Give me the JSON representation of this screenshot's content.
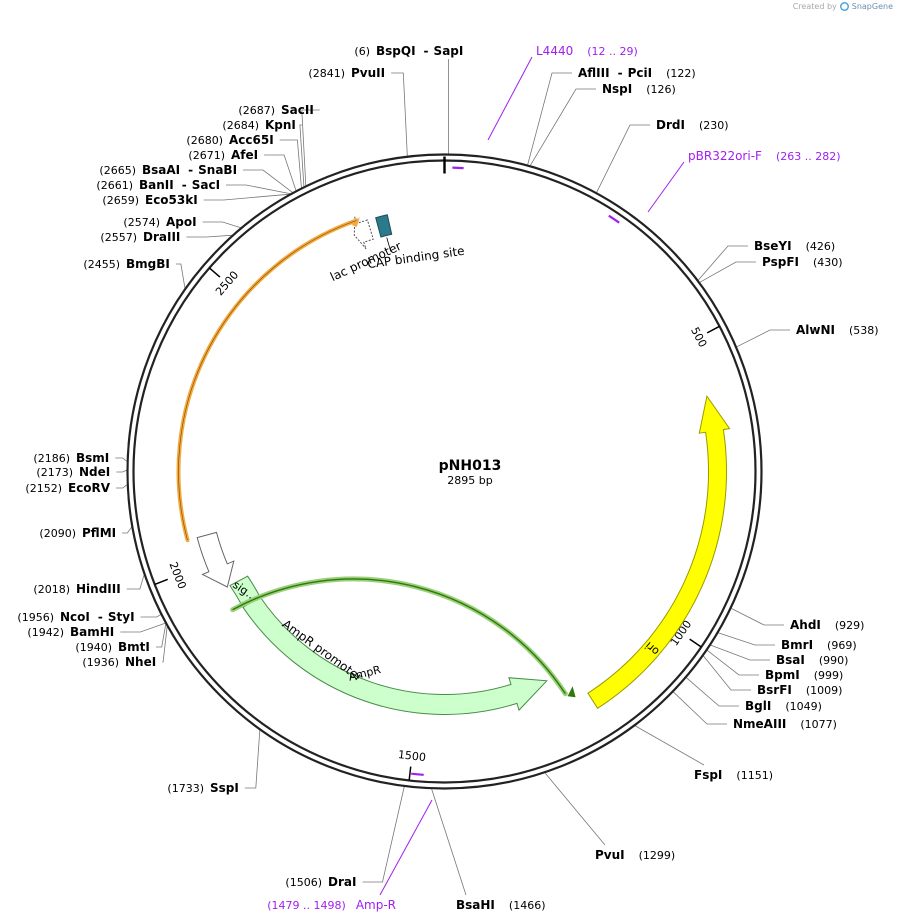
{
  "credit": {
    "prefix": "Created by",
    "brand": "SnapGene"
  },
  "plasmid": {
    "name": "pNH013",
    "length_label": "2895 bp",
    "length": 2895
  },
  "ruler": [
    "500",
    "1000",
    "1500",
    "2000",
    "2500"
  ],
  "colors": {
    "backbone": "#222222",
    "primer": "#a020f0",
    "ori_fill": "#ffff00",
    "ampr_fill": "#ccffcc",
    "orf_orange": "#f4a83c",
    "orf_green": "#2b7a0b",
    "cap_site": "#2a7a8c"
  },
  "features": [
    {
      "name": "ori",
      "start": 595,
      "end": 1183,
      "direction": "reverse",
      "color": "#ffff00"
    },
    {
      "name": "AmpR",
      "start": 1238,
      "end": 1898,
      "direction": "reverse",
      "color": "#ccffcc"
    },
    {
      "name": "sig…",
      "label_display": "sig…",
      "start": 1898,
      "end": 1946,
      "direction": "reverse",
      "color": "#ccffcc"
    },
    {
      "name": "AmpR promoter",
      "start": 1946,
      "end": 2051,
      "direction": "reverse",
      "color": "#ffffff"
    },
    {
      "name": "lac promoter",
      "start": 2727,
      "end": 2758,
      "direction": "reverse",
      "color": "#ffffff"
    },
    {
      "name": "CAP binding site",
      "start": 2773,
      "end": 2794,
      "direction": "reverse",
      "color": "#2a7a8c"
    }
  ],
  "enzymes_left": [
    {
      "pos": "(6)",
      "name": "BspQI",
      "name2": "SapI"
    },
    {
      "pos": "(2841)",
      "name": "PvuII"
    },
    {
      "pos": "(2687)",
      "name": "SacII"
    },
    {
      "pos": "(2684)",
      "name": "KpnI"
    },
    {
      "pos": "(2680)",
      "name": "Acc65I"
    },
    {
      "pos": "(2671)",
      "name": "AfeI"
    },
    {
      "pos": "(2665)",
      "name": "BsaAI",
      "name2": "SnaBI"
    },
    {
      "pos": "(2661)",
      "name": "BanII",
      "name2": "SacI"
    },
    {
      "pos": "(2659)",
      "name": "Eco53kI"
    },
    {
      "pos": "(2574)",
      "name": "ApoI"
    },
    {
      "pos": "(2557)",
      "name": "DraIII"
    },
    {
      "pos": "(2455)",
      "name": "BmgBI"
    },
    {
      "pos": "(2186)",
      "name": "BsmI"
    },
    {
      "pos": "(2173)",
      "name": "NdeI"
    },
    {
      "pos": "(2152)",
      "name": "EcoRV"
    },
    {
      "pos": "(2090)",
      "name": "PflMI"
    },
    {
      "pos": "(2018)",
      "name": "HindIII"
    },
    {
      "pos": "(1956)",
      "name": "NcoI",
      "name2": "StyI"
    },
    {
      "pos": "(1942)",
      "name": "BamHI"
    },
    {
      "pos": "(1940)",
      "name": "BmtI"
    },
    {
      "pos": "(1936)",
      "name": "NheI"
    },
    {
      "pos": "(1733)",
      "name": "SspI"
    },
    {
      "pos": "(1506)",
      "name": "DraI"
    }
  ],
  "enzymes_right": [
    {
      "name": "AflIII",
      "name2": "PciI",
      "pos": "(122)"
    },
    {
      "name": "NspI",
      "pos": "(126)"
    },
    {
      "name": "DrdI",
      "pos": "(230)"
    },
    {
      "name": "BseYI",
      "pos": "(426)"
    },
    {
      "name": "PspFI",
      "pos": "(430)"
    },
    {
      "name": "AlwNI",
      "pos": "(538)"
    },
    {
      "name": "AhdI",
      "pos": "(929)"
    },
    {
      "name": "BmrI",
      "pos": "(969)"
    },
    {
      "name": "BsaI",
      "pos": "(990)"
    },
    {
      "name": "BpmI",
      "pos": "(999)"
    },
    {
      "name": "BsrFI",
      "pos": "(1009)"
    },
    {
      "name": "BglI",
      "pos": "(1049)"
    },
    {
      "name": "NmeAIII",
      "pos": "(1077)"
    },
    {
      "name": "FspI",
      "pos": "(1151)"
    },
    {
      "name": "PvuI",
      "pos": "(1299)"
    },
    {
      "name": "BsaHI",
      "pos": "(1466)"
    }
  ],
  "primers": [
    {
      "name": "L4440",
      "range": "(12 .. 29)",
      "start": 12,
      "end": 29
    },
    {
      "name": "pBR322ori-F",
      "range": "(263 .. 282)",
      "start": 263,
      "end": 282
    },
    {
      "name": "Amp-R",
      "range": "(1479 .. 1498)",
      "start": 1479,
      "end": 1498
    }
  ]
}
